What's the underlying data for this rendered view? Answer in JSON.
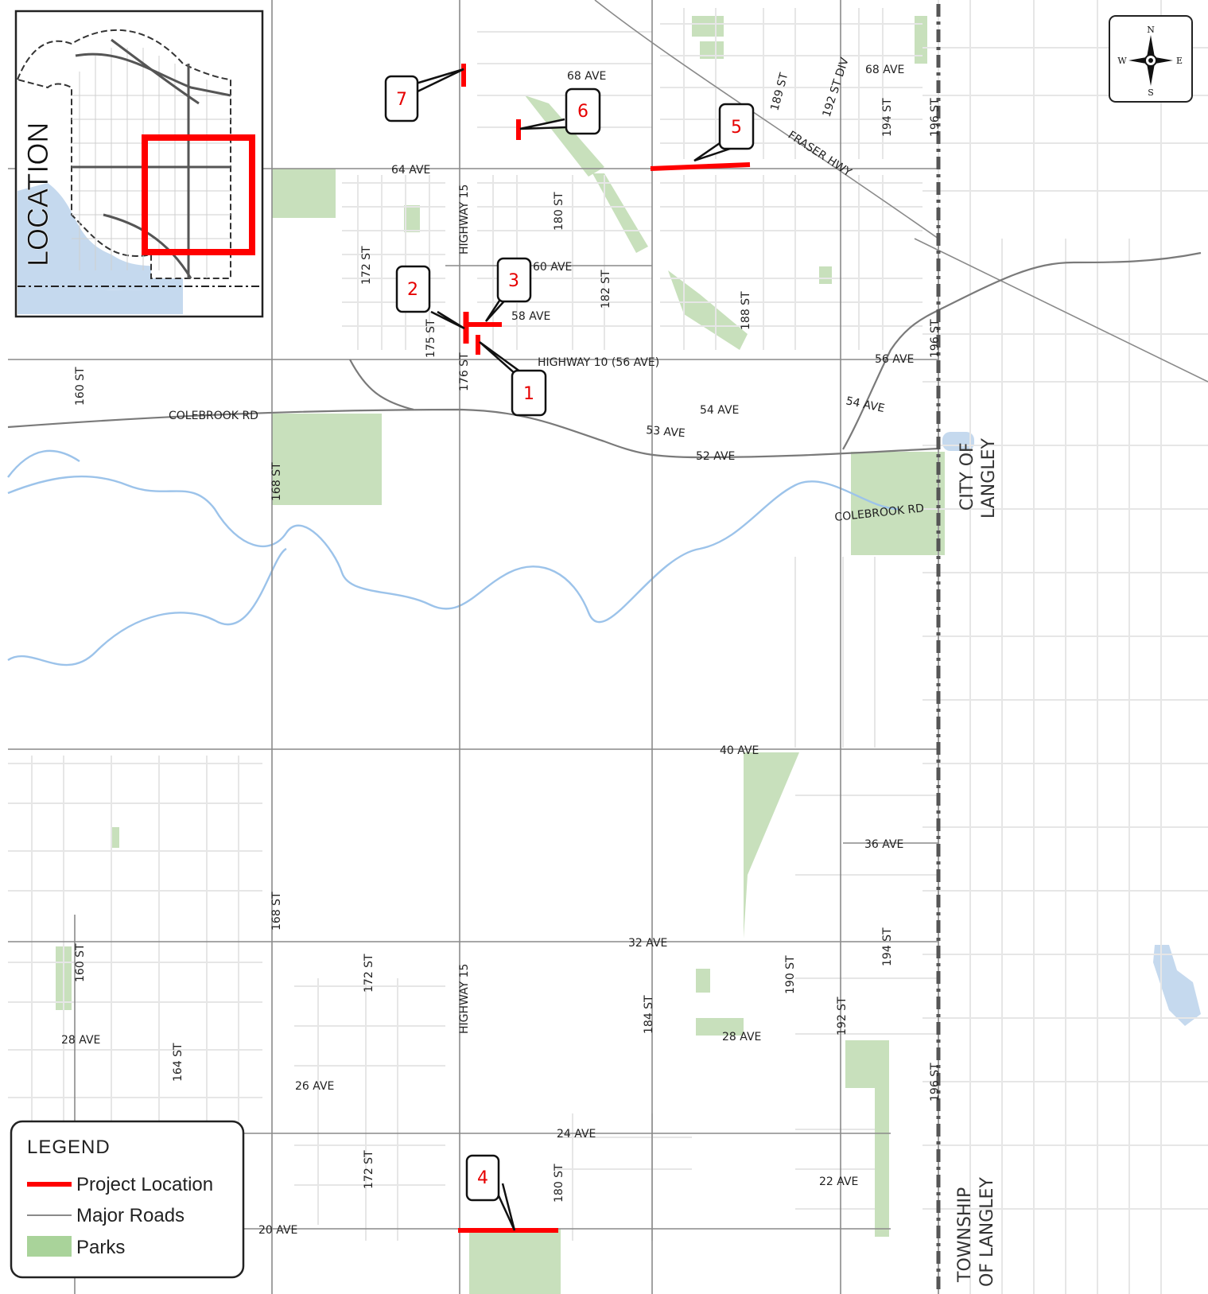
{
  "inset": {
    "title": "LOCATION"
  },
  "compass": {
    "n": "N",
    "s": "S",
    "e": "E",
    "w": "W"
  },
  "legend": {
    "title": "LEGEND",
    "items": [
      {
        "label": "Project Location",
        "color": "#ff0000"
      },
      {
        "label": "Major Roads",
        "color": "#8a8a8a"
      },
      {
        "label": "Parks",
        "color": "#a9d39a"
      }
    ]
  },
  "colors": {
    "project": "#ff0000",
    "park": "#c8e0bc",
    "water": "#c5d9ee",
    "river": "#9cc3ea",
    "boundary": "#555555"
  },
  "places": {
    "city_of_langley": [
      "CITY OF",
      "LANGLEY"
    ],
    "township_of_langley": [
      "TOWNSHIP",
      "OF LANGLEY"
    ]
  },
  "callouts": [
    "1",
    "2",
    "3",
    "4",
    "5",
    "6",
    "7"
  ],
  "road_labels": {
    "ave_68a": "68 AVE",
    "ave_68b": "68 AVE",
    "ave_64": "64 AVE",
    "ave_60": "60 AVE",
    "ave_58": "58 AVE",
    "hwy10": "HIGHWAY 10 (56 AVE)",
    "ave_56": "56 AVE",
    "ave_54a": "54 AVE",
    "ave_54b": "54 AVE",
    "ave_53": "53 AVE",
    "ave_52": "52 AVE",
    "colebrook_w": "COLEBROOK RD",
    "colebrook_e": "COLEBROOK RD",
    "ave_40": "40 AVE",
    "ave_36": "36 AVE",
    "ave_32": "32 AVE",
    "ave_28a": "28 AVE",
    "ave_28b": "28 AVE",
    "ave_26": "26 AVE",
    "ave_24": "24 AVE",
    "ave_22": "22 AVE",
    "ave_20": "20 AVE",
    "fraser": "FRASER HWY",
    "st_160a": "160 ST",
    "st_160b": "160 ST",
    "st_164": "164 ST",
    "st_168a": "168 ST",
    "st_168b": "168 ST",
    "st_172a": "172 ST",
    "st_172b": "172 ST",
    "st_172c": "172 ST",
    "st_175": "175 ST",
    "st_176": "176 ST",
    "hwy15a": "HIGHWAY 15",
    "hwy15b": "HIGHWAY 15",
    "st_180a": "180 ST",
    "st_180b": "180 ST",
    "st_182": "182 ST",
    "st_184": "184 ST",
    "st_188": "188 ST",
    "st_189": "189 ST",
    "st_190": "190 ST",
    "st_192div": "192 ST DIV",
    "st_192": "192 ST",
    "st_194a": "194 ST",
    "st_194b": "194 ST",
    "st_196a": "196 ST",
    "st_196b": "196 ST",
    "st_196c": "196 ST"
  }
}
